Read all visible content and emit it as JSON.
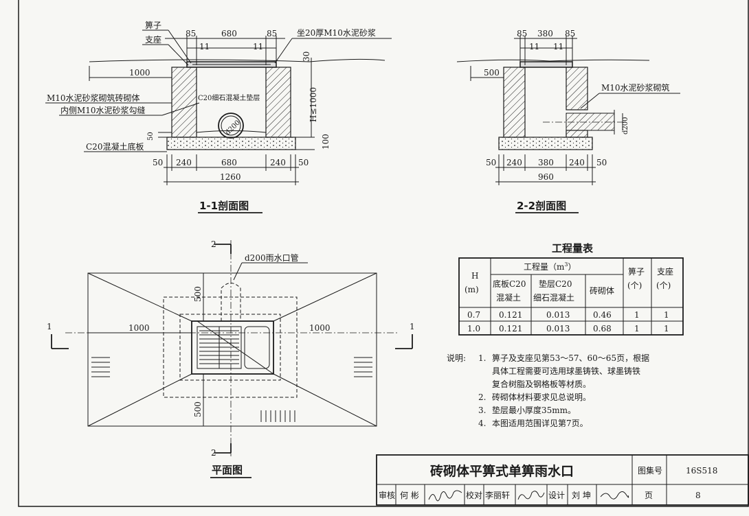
{
  "header_text": "",
  "section11": {
    "title": "1-1剖面图",
    "labels": {
      "grate": "箅子",
      "seat": "支座",
      "mortar_bed": "坐20厚M10水泥砂浆",
      "wall": "M10水泥砂浆砌筑砖砌体",
      "wall_joint": "内侧M10水泥砂浆勾缝",
      "cushion": "C20细石混凝土垫层",
      "base": "C20混凝土底板",
      "pipe": "d200",
      "height": "H≤1000"
    },
    "dims": {
      "top_85a": "85",
      "top_680": "680",
      "top_85b": "85",
      "top_11a": "11",
      "top_11b": "11",
      "top_30": "30",
      "left_1000": "1000",
      "d50": "50",
      "d100": "100",
      "b50a": "50",
      "b240a": "240",
      "b680": "680",
      "b240b": "240",
      "b50b": "50",
      "total": "1260"
    }
  },
  "section22": {
    "title": "2-2剖面图",
    "labels": {
      "wall": "M10水泥砂浆砌筑",
      "pipe": "d200"
    },
    "dims": {
      "top_85a": "85",
      "top_380": "380",
      "top_85b": "85",
      "top_11a": "11",
      "top_11b": "11",
      "left_500": "500",
      "b50a": "50",
      "b240a": "240",
      "b380": "380",
      "b240b": "240",
      "b50b": "50",
      "total": "960"
    }
  },
  "plan": {
    "title": "平面图",
    "pipe_label": "d200雨水口管",
    "dims": {
      "left_1000": "1000",
      "right_1000": "1000",
      "top_500": "500",
      "bottom_500": "500"
    },
    "markers": {
      "sec1_left": "1",
      "sec1_right": "1",
      "sec2_top": "2",
      "sec2_bottom": "2"
    }
  },
  "quantity_table": {
    "title": "工程量表",
    "h_header": [
      "H",
      "(m)"
    ],
    "group_header": "工程量（m",
    "group_header_sup": "3",
    "group_header_end": "）",
    "sub_headers": [
      [
        "底板C20",
        "混凝土"
      ],
      [
        "垫层C20",
        "细石混凝土"
      ],
      [
        "砖砌体"
      ]
    ],
    "grate_header": [
      "箅子",
      "(个)"
    ],
    "seat_header": [
      "支座",
      "(个)"
    ],
    "rows": [
      [
        "0.7",
        "0.121",
        "0.013",
        "0.46",
        "1",
        "1"
      ],
      [
        "1.0",
        "0.121",
        "0.013",
        "0.68",
        "1",
        "1"
      ]
    ]
  },
  "notes": {
    "prefix": "说明:",
    "items": [
      [
        "1.",
        "箅子及支座见第53～57、60～65页，根据"
      ],
      [
        "",
        "具体工程需要可选用球墨铸铁、球墨铸铁"
      ],
      [
        "",
        "复合树脂及钢格板等材质。"
      ],
      [
        "2.",
        "砖砌体材料要求见总说明。"
      ],
      [
        "3.",
        "垫层最小厚度35mm。"
      ],
      [
        "4.",
        "本图适用范围详见第7页。"
      ]
    ]
  },
  "title_block": {
    "title": "砖砌体平箅式单箅雨水口",
    "atlas_label": "图集号",
    "atlas_no": "16S518",
    "page_label": "页",
    "page_no": "8",
    "review_label": "审核",
    "review_name": "何 彬",
    "check_label": "校对",
    "check_name": "李丽轩",
    "design_label": "设计",
    "design_name": "刘 坤"
  }
}
